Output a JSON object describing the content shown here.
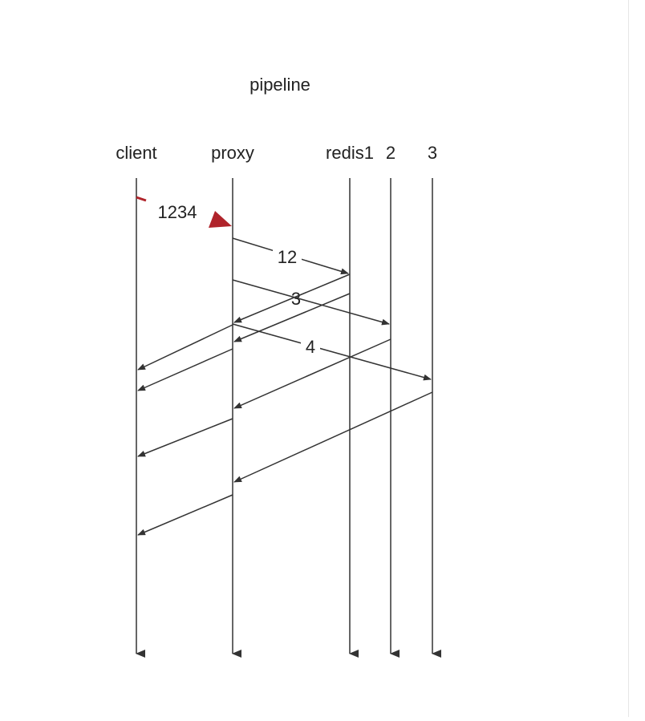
{
  "title": "pipeline",
  "lifelines": [
    {
      "id": "client",
      "label": "client"
    },
    {
      "id": "proxy",
      "label": "proxy"
    },
    {
      "id": "redis1",
      "label": "redis1"
    },
    {
      "id": "redis2",
      "label": "2"
    },
    {
      "id": "redis3",
      "label": "3"
    }
  ],
  "messages": [
    {
      "id": "req-1234",
      "from": "client",
      "to": "proxy",
      "label": "1234",
      "style": "red"
    },
    {
      "id": "req-12",
      "from": "proxy",
      "to": "redis1",
      "label": "12"
    },
    {
      "id": "req-3",
      "from": "proxy",
      "to": "redis2",
      "label": "3"
    },
    {
      "id": "req-4",
      "from": "proxy",
      "to": "redis3",
      "label": "4"
    },
    {
      "id": "resp-redis1-a",
      "from": "redis1",
      "to": "proxy",
      "label": ""
    },
    {
      "id": "resp-redis1-b",
      "from": "redis1",
      "to": "proxy",
      "label": ""
    },
    {
      "id": "resp-proxy-client-1",
      "from": "proxy",
      "to": "client",
      "label": ""
    },
    {
      "id": "resp-proxy-client-2",
      "from": "proxy",
      "to": "client",
      "label": ""
    },
    {
      "id": "resp-redis2",
      "from": "redis2",
      "to": "proxy",
      "label": ""
    },
    {
      "id": "resp-proxy-client-3",
      "from": "proxy",
      "to": "client",
      "label": ""
    },
    {
      "id": "resp-redis3",
      "from": "redis3",
      "to": "proxy",
      "label": ""
    },
    {
      "id": "resp-proxy-client-4",
      "from": "proxy",
      "to": "client",
      "label": ""
    }
  ],
  "colors": {
    "line": "#333333",
    "text": "#222222",
    "highlight": "#b0242b",
    "background": "#ffffff"
  }
}
